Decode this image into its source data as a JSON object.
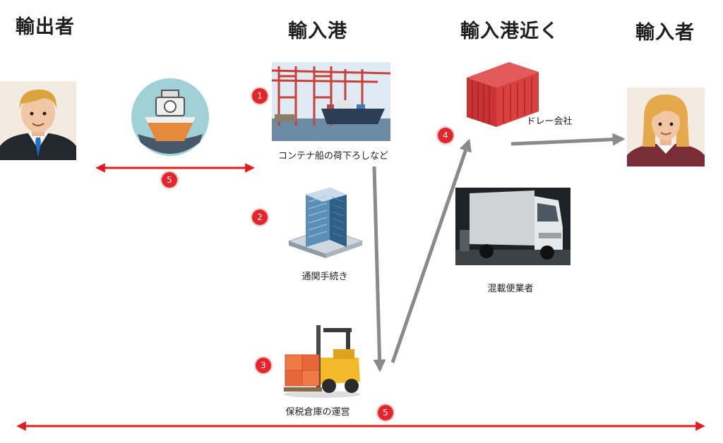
{
  "headers": {
    "exporter": "輸出者",
    "import_port": "輸入港",
    "near_port": "輸入港近く",
    "importer": "輸入者"
  },
  "captions": {
    "unloading": "コンテナ船の荷下ろしなど",
    "customs": "通関手続き",
    "warehouse": "保税倉庫の運営",
    "drayage": "ドレー会社",
    "consolidator": "混載便業者"
  },
  "badges": {
    "step1": "1",
    "step2": "2",
    "step3": "3",
    "step4": "4",
    "step5_top": "5",
    "step5_bottom": "5"
  },
  "colors": {
    "badge": "#e4262c",
    "red_arrow": "#e51b1b",
    "gray_arrow": "#888888",
    "container": "#d93a3a"
  },
  "icons": [
    "exporter-avatar",
    "ship-icon",
    "port-crane-photo",
    "office-building-icon",
    "forklift-icon",
    "shipping-container-icon",
    "truck-photo",
    "importer-avatar"
  ]
}
